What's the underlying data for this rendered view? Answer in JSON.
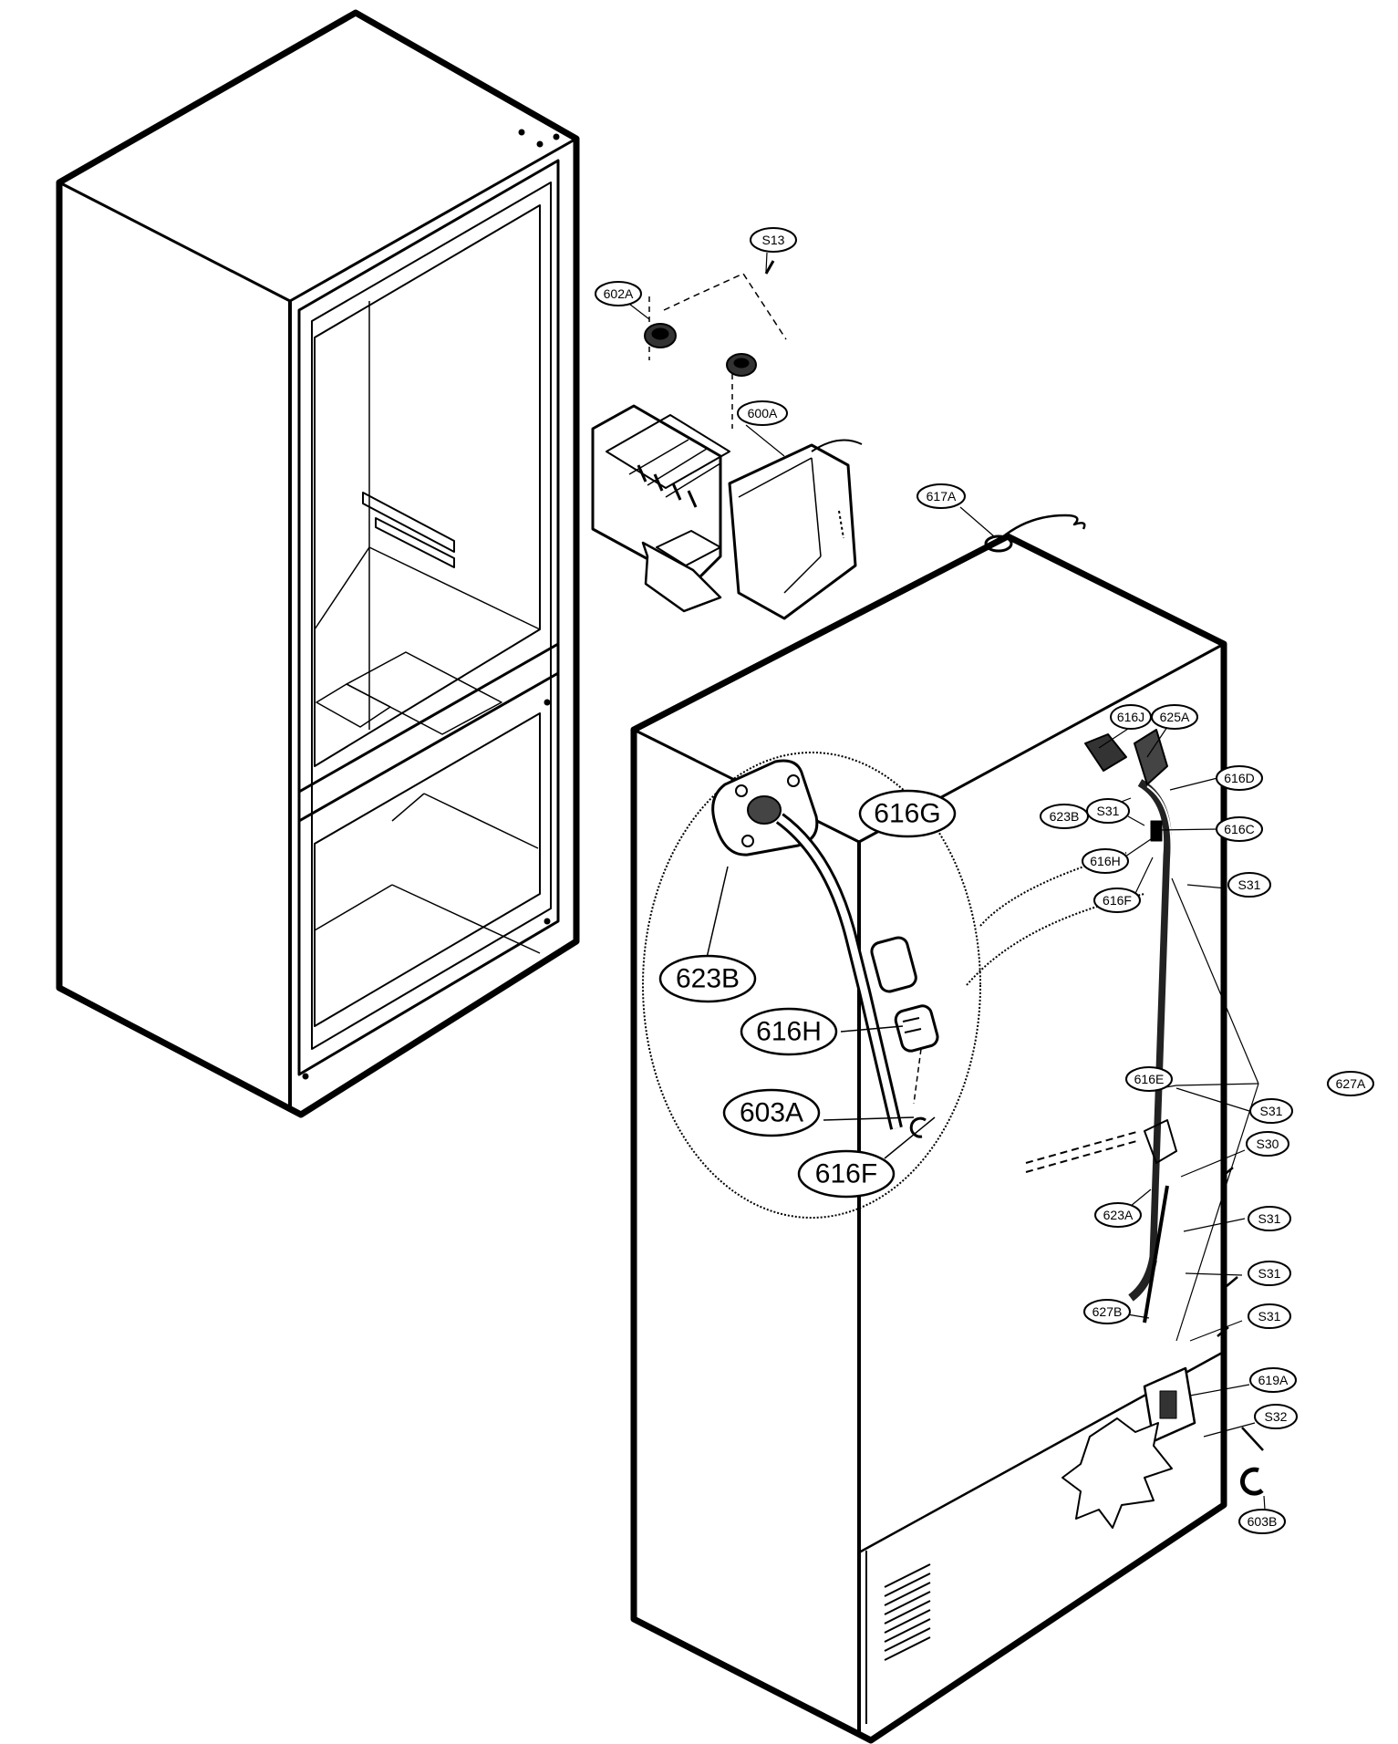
{
  "labels": {
    "s13": "S13",
    "l602a": "602A",
    "l600a": "600A",
    "l617a": "617A",
    "l616j": "616J",
    "l625a": "625A",
    "l623b_small": "623B",
    "s31_top": "S31",
    "l616d": "616D",
    "l616c": "616C",
    "l616h_small": "616H",
    "l616f_small": "616F",
    "s31_a": "S31",
    "l627a": "627A",
    "l616e": "616E",
    "s31_b": "S31",
    "s30": "S30",
    "l623a": "623A",
    "s31_c": "S31",
    "s31_d": "S31",
    "l627b": "627B",
    "s31_e": "S31",
    "l619a": "619A",
    "s32": "S32",
    "l603b": "603B"
  },
  "detail_labels": {
    "l616g": "616G",
    "l623b": "623B",
    "l616h": "616H",
    "l603a": "603A",
    "l616f": "616F"
  }
}
